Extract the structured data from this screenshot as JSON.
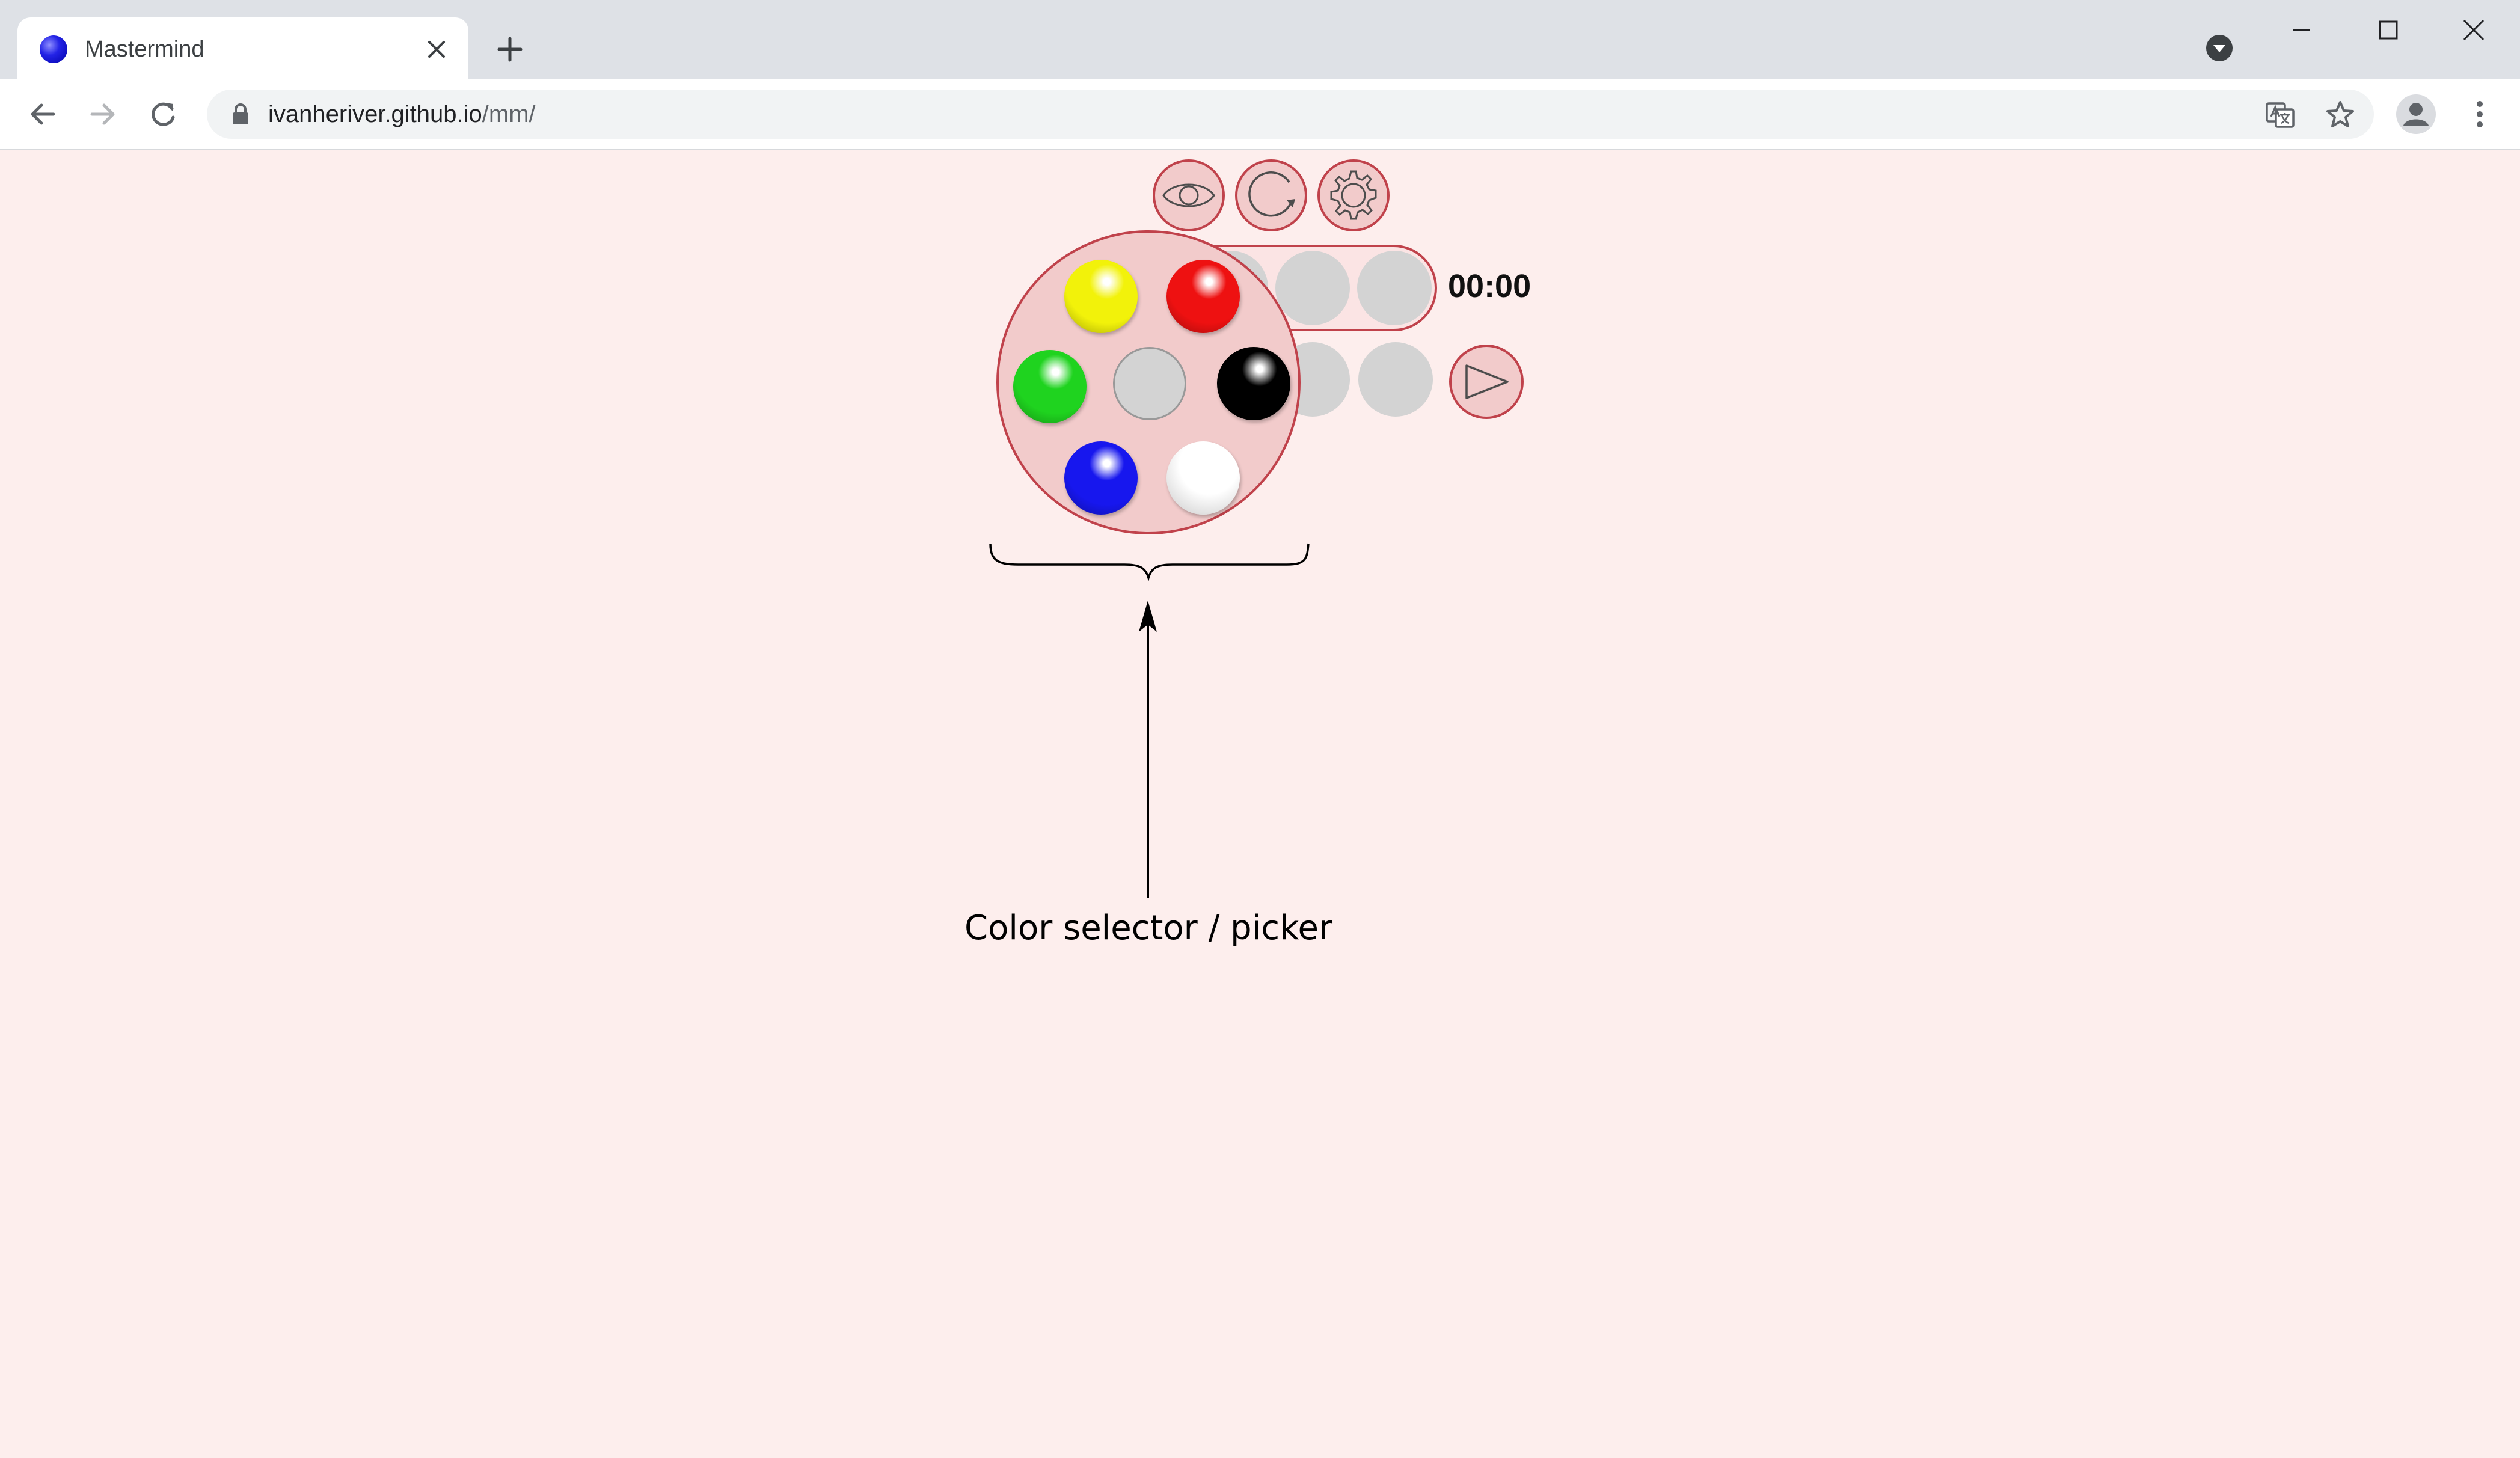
{
  "browser": {
    "tab_title": "Mastermind",
    "url_host": "ivanheriver.github.io",
    "url_path": "/mm/"
  },
  "game": {
    "timer": "00:00",
    "controls": [
      "eye-icon",
      "refresh-icon",
      "settings-gear-icon",
      "play-submit-icon"
    ],
    "palette": [
      {
        "name": "yellow",
        "color": "#f2f20a"
      },
      {
        "name": "red",
        "color": "#ee1111"
      },
      {
        "name": "green",
        "color": "#1fd31f"
      },
      {
        "name": "empty",
        "color": "#d3d3d3"
      },
      {
        "name": "black",
        "color": "#000000"
      },
      {
        "name": "blue",
        "color": "#1717ee"
      },
      {
        "name": "white",
        "color": "#ffffff"
      }
    ],
    "accent_color": "#c0424b",
    "background_color": "#fdeeed"
  },
  "annotation": {
    "caption": "Color selector / picker"
  }
}
